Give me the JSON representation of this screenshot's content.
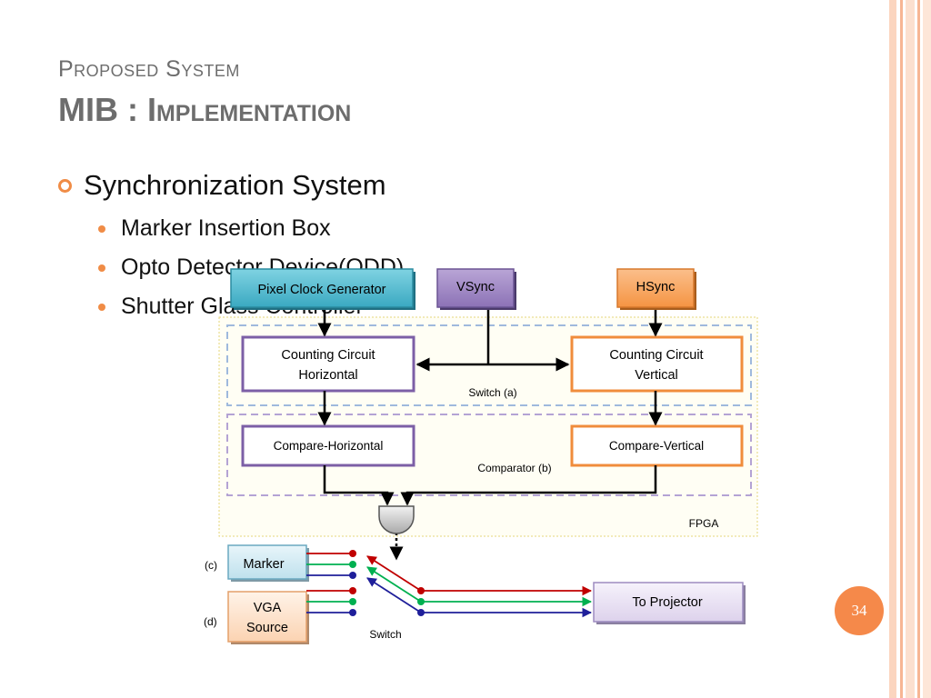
{
  "slide": {
    "title_line1": "Proposed System",
    "title_line2": "MIB : Implementation",
    "page_number": "34"
  },
  "bullets": {
    "level1": "Synchronization System",
    "level2": [
      "Marker Insertion Box",
      "Opto Detector Device(ODD)",
      "Shutter Glass Controller"
    ]
  },
  "diagram": {
    "top_blocks": {
      "pixel_clock": "Pixel Clock Generator",
      "vsync": "VSync",
      "hsync": "HSync"
    },
    "counting_h": [
      "Counting Circuit",
      "Horizontal"
    ],
    "counting_v": [
      "Counting Circuit",
      "Vertical"
    ],
    "switch_a": "Switch (a)",
    "compare_h": "Compare-Horizontal",
    "compare_v": "Compare-Vertical",
    "comparator_b": "Comparator (b)",
    "fpga": "FPGA",
    "label_c": "(c)",
    "label_d": "(d)",
    "marker": "Marker",
    "vga_source": [
      "VGA",
      "Source"
    ],
    "switch": "Switch",
    "to_projector": "To Projector"
  },
  "colors": {
    "accent": "#f08c46",
    "purple": "#8064a2",
    "orange": "#f79646",
    "teal": "#31b0c6",
    "red_line": "#c00000",
    "green_line": "#00b050",
    "blue_line": "#1f1f9a"
  }
}
